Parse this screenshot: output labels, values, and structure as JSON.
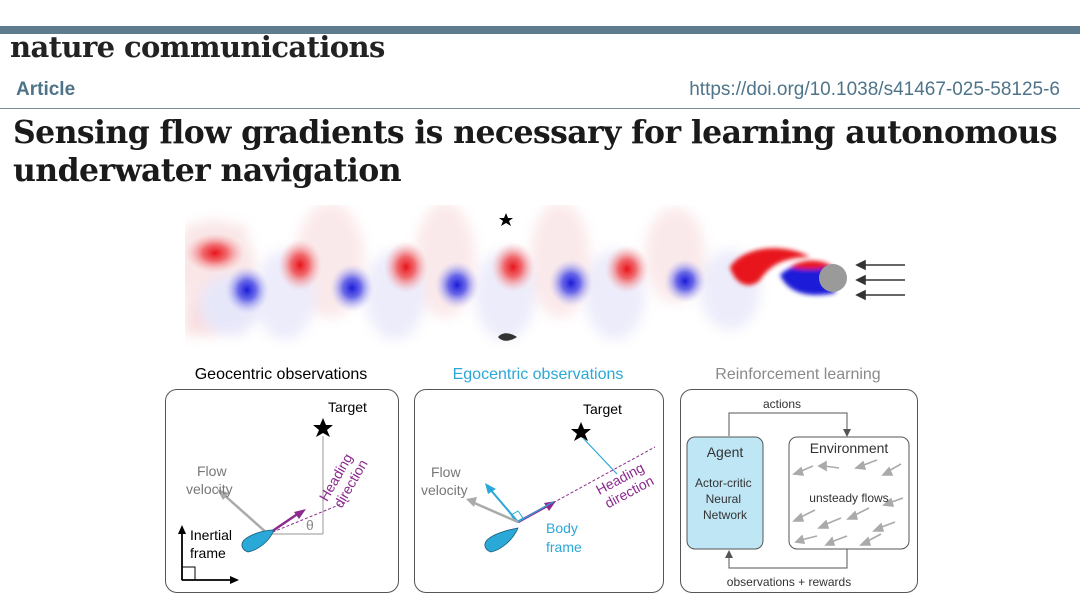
{
  "header": {
    "journal": "nature communications",
    "type": "Article",
    "doi": "https://doi.org/10.1038/s41467-025-58125-6",
    "title": "Sensing flow gradients is necessary for learning autonomous underwater navigation"
  },
  "figure": {
    "geo": {
      "heading": "Geocentric observations",
      "target": "Target",
      "flow_line1": "Flow",
      "flow_line2": "velocity",
      "heading_dir1": "Heading",
      "heading_dir2": "direction",
      "theta": "θ",
      "frame1": "Inertial",
      "frame2": "frame"
    },
    "ego": {
      "heading": "Egocentric observations",
      "target": "Target",
      "flow_line1": "Flow",
      "flow_line2": "velocity",
      "heading_dir1": "Heading",
      "heading_dir2": "direction",
      "body1": "Body",
      "body2": "frame"
    },
    "rl": {
      "heading": "Reinforcement learning",
      "actions": "actions",
      "agent": "Agent",
      "agent_l1": "Actor-critic",
      "agent_l2": "Neural",
      "agent_l3": "Network",
      "environment": "Environment",
      "flows": "unsteady flows",
      "obs": "observations + rewards"
    },
    "colors": {
      "accent": "#2aa8d8",
      "heading": "#8b2a8f",
      "red": "#e8141a",
      "blue": "#1b1bd8"
    }
  }
}
